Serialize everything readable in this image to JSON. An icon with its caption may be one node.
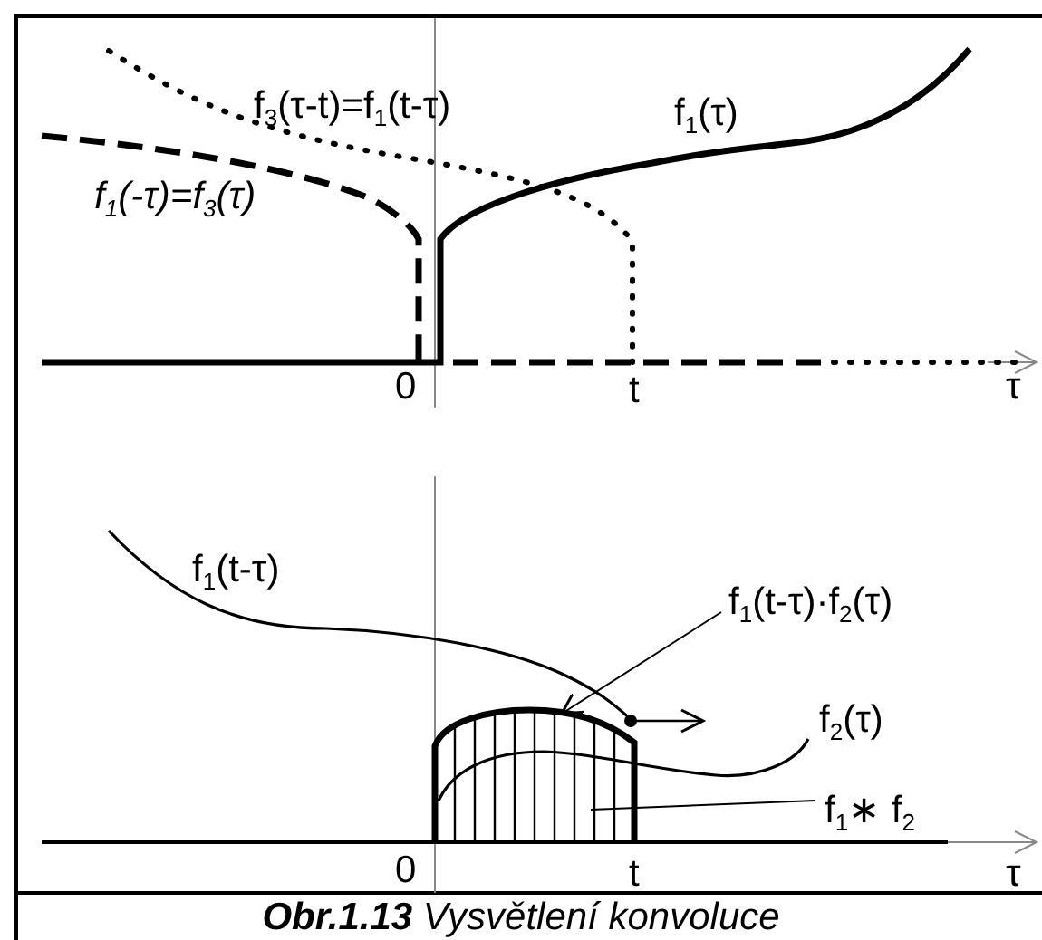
{
  "diagram": {
    "caption": "**Obr.1.13** Vysvětlení konvoluce",
    "nodes": [
      {
        "text": [
          "f$_{1}$(t-τ)·f$_{2}$(τ)"
        ]
      },
      {
        "text": [],
        "shape": "area"
      },
      {
        "text": [
          "f$_{1}$∗ f$_{2}$"
        ]
      }
    ],
    "edges": [
      {
        "from": 0,
        "to": 1,
        "arrow": "to"
      },
      {
        "from": 2,
        "to": 1,
        "arrow": "none"
      }
    ],
    "labels": [
      "f$_{3}$(τ-t)=f$_{1}$(t-τ)",
      "f$_{1}$(τ)",
      "f$_{1}$(-τ)=f$_{3}$(τ)",
      "0",
      "t",
      "τ",
      "f$_{1}$(t-τ)",
      "f$_{2}$(τ)",
      "0",
      "t",
      "τ"
    ]
  }
}
